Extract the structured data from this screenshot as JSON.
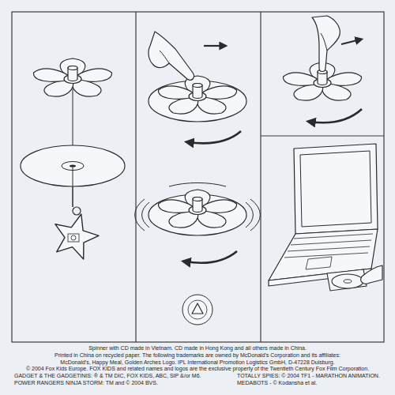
{
  "diagram": {
    "labels": [
      "Spinner with CD made in Vietnam. CD made in Hong Kong and all others made in China.",
      "Printed in China on recycled paper. The following trademarks are owned by McDonald's Corporation and its affiliates:",
      "McDonald's, Happy Meal, Golden Arches Logo. IPL International Promotion Logistics GmbH, D-47228 Duisburg.",
      "© 2004 Fox Kids Europe. FOX KIDS and related names and logos are the exclusive property of the Twentieth Century Fox Film Corporation.",
      "GADGET & THE GADGETINIS: ® & TM DIC, FOX KIDS, ABC, SIP &/or M6.",
      "TOTALLY SPIES: © 2004 TF1 - MARATHON ANIMATION.",
      "POWER RANGERS NINJA STORM: TM and © 2004 BVS.",
      "MEDABOTS - © Kodansha et al."
    ]
  }
}
